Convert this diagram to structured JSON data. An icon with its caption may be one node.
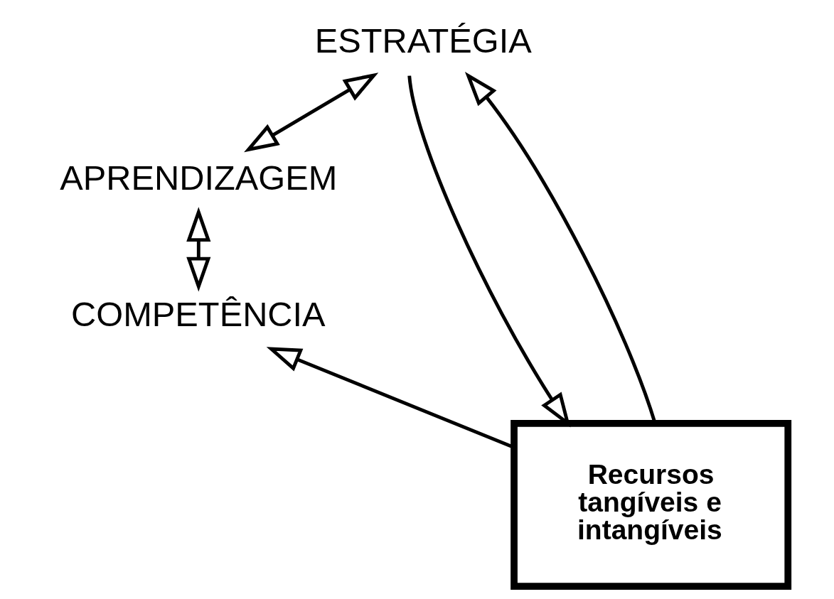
{
  "diagram": {
    "nodes": [
      {
        "text": [
          "ESTRATÉGIA"
        ]
      },
      {
        "text": [
          "APRENDIZAGEM"
        ]
      },
      {
        "text": [
          "COMPETÊNCIA"
        ]
      },
      {
        "text": [
          "Recursos tangíveis e intangíveis"
        ]
      }
    ],
    "edges": [
      {
        "from": 0,
        "to": 1,
        "arrow": "both"
      },
      {
        "from": 1,
        "to": 2,
        "arrow": "both"
      },
      {
        "from": 3,
        "to": 2,
        "arrow": "to"
      },
      {
        "from": 0,
        "to": 3,
        "arrow": "to"
      },
      {
        "from": 3,
        "to": 0,
        "arrow": "to"
      }
    ]
  }
}
